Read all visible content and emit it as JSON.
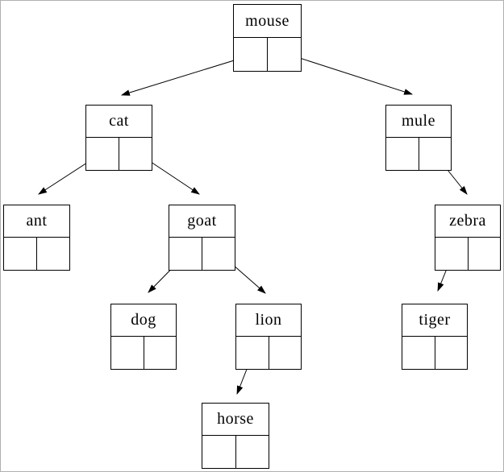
{
  "diagram": {
    "kind": "binary-search-tree",
    "colors": {
      "line": "#000000",
      "node_border": "#000000",
      "background": "#ffffff",
      "page_border": "#b0b0b0"
    },
    "nodes": [
      {
        "id": "mouse",
        "label": "mouse",
        "left_child": "cat",
        "right_child": "mule"
      },
      {
        "id": "cat",
        "label": "cat",
        "left_child": "ant",
        "right_child": "goat"
      },
      {
        "id": "mule",
        "label": "mule",
        "left_child": null,
        "right_child": "zebra"
      },
      {
        "id": "ant",
        "label": "ant",
        "left_child": null,
        "right_child": null
      },
      {
        "id": "goat",
        "label": "goat",
        "left_child": "dog",
        "right_child": "lion"
      },
      {
        "id": "zebra",
        "label": "zebra",
        "left_child": "tiger",
        "right_child": null
      },
      {
        "id": "dog",
        "label": "dog",
        "left_child": null,
        "right_child": null
      },
      {
        "id": "lion",
        "label": "lion",
        "left_child": "horse",
        "right_child": null
      },
      {
        "id": "tiger",
        "label": "tiger",
        "left_child": null,
        "right_child": null
      },
      {
        "id": "horse",
        "label": "horse",
        "left_child": null,
        "right_child": null
      }
    ],
    "edges": [
      {
        "from": "mouse",
        "pointer": "left",
        "to": "cat"
      },
      {
        "from": "mouse",
        "pointer": "right",
        "to": "mule"
      },
      {
        "from": "cat",
        "pointer": "left",
        "to": "ant"
      },
      {
        "from": "cat",
        "pointer": "right",
        "to": "goat"
      },
      {
        "from": "mule",
        "pointer": "right",
        "to": "zebra"
      },
      {
        "from": "goat",
        "pointer": "left",
        "to": "dog"
      },
      {
        "from": "goat",
        "pointer": "right",
        "to": "lion"
      },
      {
        "from": "zebra",
        "pointer": "left",
        "to": "tiger"
      },
      {
        "from": "lion",
        "pointer": "left",
        "to": "horse"
      }
    ]
  }
}
